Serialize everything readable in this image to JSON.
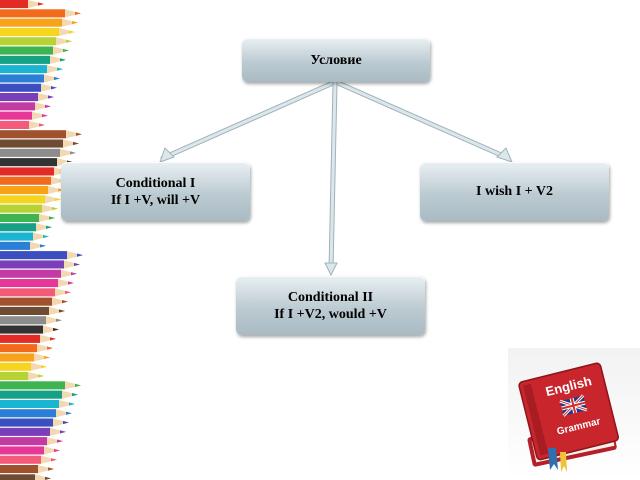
{
  "diagram": {
    "root": {
      "label": "Условие"
    },
    "nodes": [
      {
        "id": "conditional-1",
        "lines": [
          "Conditional I",
          "If I +V, will +V"
        ]
      },
      {
        "id": "wish",
        "lines": [
          "I wish I + V2"
        ]
      },
      {
        "id": "conditional-2",
        "lines": [
          "Conditional II",
          "If I +V2, would +V"
        ]
      }
    ]
  },
  "book": {
    "title": "English",
    "subtitle": "Grammar"
  },
  "colors": {
    "arrow": "#c9d7dd",
    "arrow_edge": "#9fb2bb",
    "node_top": "#e9f0f3",
    "node_bottom": "#a9bac2",
    "book_red": "#c9252c"
  }
}
